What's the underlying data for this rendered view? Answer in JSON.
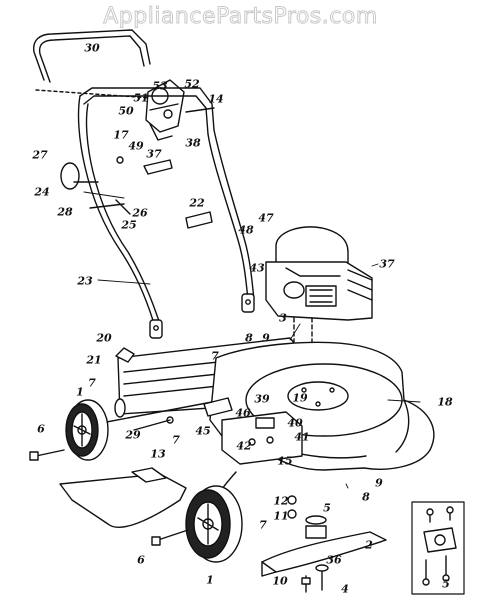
{
  "watermark": "AppliancePartsPros.com",
  "colors": {
    "line": "#111111",
    "fill": "#ffffff",
    "hatch": "#333333",
    "watermark": "#c9c9c9"
  },
  "callouts": [
    {
      "id": "c30",
      "label": "30"
    },
    {
      "id": "c52",
      "label": "52"
    },
    {
      "id": "c53",
      "label": "53"
    },
    {
      "id": "c51",
      "label": "51"
    },
    {
      "id": "c14",
      "label": "14"
    },
    {
      "id": "c50",
      "label": "50"
    },
    {
      "id": "c17",
      "label": "17"
    },
    {
      "id": "c49",
      "label": "49"
    },
    {
      "id": "c37a",
      "label": "37"
    },
    {
      "id": "c38",
      "label": "38"
    },
    {
      "id": "c27",
      "label": "27"
    },
    {
      "id": "c24",
      "label": "24"
    },
    {
      "id": "c28",
      "label": "28"
    },
    {
      "id": "c26",
      "label": "26"
    },
    {
      "id": "c25",
      "label": "25"
    },
    {
      "id": "c22",
      "label": "22"
    },
    {
      "id": "c47",
      "label": "47"
    },
    {
      "id": "c48",
      "label": "48"
    },
    {
      "id": "c43",
      "label": "43"
    },
    {
      "id": "c37b",
      "label": "37"
    },
    {
      "id": "c23",
      "label": "23"
    },
    {
      "id": "c3",
      "label": "3"
    },
    {
      "id": "c20",
      "label": "20"
    },
    {
      "id": "c8a",
      "label": "8"
    },
    {
      "id": "c9a",
      "label": "9"
    },
    {
      "id": "c7a",
      "label": "7"
    },
    {
      "id": "c21",
      "label": "21"
    },
    {
      "id": "c1a",
      "label": "1"
    },
    {
      "id": "c7b",
      "label": "7"
    },
    {
      "id": "c19",
      "label": "19"
    },
    {
      "id": "c18",
      "label": "18"
    },
    {
      "id": "c39",
      "label": "39"
    },
    {
      "id": "c46",
      "label": "46"
    },
    {
      "id": "c40",
      "label": "40"
    },
    {
      "id": "c6a",
      "label": "6"
    },
    {
      "id": "c29",
      "label": "29"
    },
    {
      "id": "c7c",
      "label": "7"
    },
    {
      "id": "c45",
      "label": "45"
    },
    {
      "id": "c41",
      "label": "41"
    },
    {
      "id": "c42",
      "label": "42"
    },
    {
      "id": "c15",
      "label": "15"
    },
    {
      "id": "c13",
      "label": "13"
    },
    {
      "id": "c9b",
      "label": "9"
    },
    {
      "id": "c8b",
      "label": "8"
    },
    {
      "id": "c12",
      "label": "12"
    },
    {
      "id": "c11",
      "label": "11"
    },
    {
      "id": "c5a",
      "label": "5"
    },
    {
      "id": "c7d",
      "label": "7"
    },
    {
      "id": "c2",
      "label": "2"
    },
    {
      "id": "c6b",
      "label": "6"
    },
    {
      "id": "c36",
      "label": "36"
    },
    {
      "id": "c1b",
      "label": "1"
    },
    {
      "id": "c10",
      "label": "10"
    },
    {
      "id": "c4",
      "label": "4"
    },
    {
      "id": "c5b",
      "label": "5"
    }
  ]
}
